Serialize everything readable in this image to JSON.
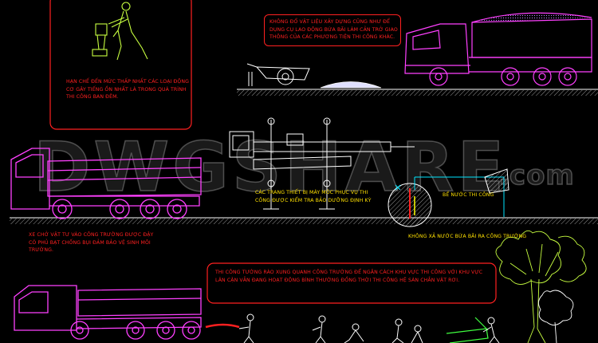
{
  "watermark": {
    "main": "DWGSHARE",
    "suffix": ".com"
  },
  "colors": {
    "red": "#ff2020",
    "magenta": "#ff40ff",
    "cyan": "#00e5ff",
    "yellow": "#ffe000",
    "green": "#40ff40",
    "white": "#ffffff"
  },
  "notes": {
    "noise": "HẠN CHẾ ĐẾN MỨC THẤP NHẤT CÁC LOẠI ĐỘNG CƠ GÂY TIẾNG ỒN NHẤT LÀ TRONG QUÁ TRÌNH THI CÔNG BAN ĐÊM.",
    "materials": "KHÔNG ĐỔ VẬT LIỆU XÂY DỰNG CŨNG NHƯ ĐỂ DỤNG CỤ LAO ĐỘNG BỪA BÃI LÀM CẢN TRỞ GIAO THÔNG CỦA CÁC PHƯƠNG TIỆN THI CÔNG KHÁC.",
    "equipment": "CÁC TRANG THIẾT BỊ MÁY MÓC PHỤC VỤ THI CÔNG ĐƯỢC KIỂM TRA BẢO DƯỠNG ĐỊNH KỲ",
    "drain": "BỂ NƯỚC THI CÔNG",
    "truck_cover": "XE CHỞ VẬT TƯ VÀO CÔNG TRƯỜNG ĐƯỢC ĐẬY CÓ PHỦ BẠT CHỐNG BỤI ĐẢM BẢO VỆ SINH MÔI TRƯỜNG.",
    "no_discharge": "KHÔNG XẢ NƯỚC BỪA BÃI RA CÔNG TRƯỜNG",
    "fence": "THI CÔNG TƯỜNG RÀO XUNG QUANH CÔNG TRƯỜNG ĐỂ NGĂN CÁCH KHU VỰC THI CÔNG VỚI KHU VỰC LÂN CẬN VẪN ĐANG HOẠT ĐỘNG BÌNH THƯỜNG ĐỒNG THỜI THI CÔNG HỆ SÀN CHẮN VẬT RƠI."
  }
}
